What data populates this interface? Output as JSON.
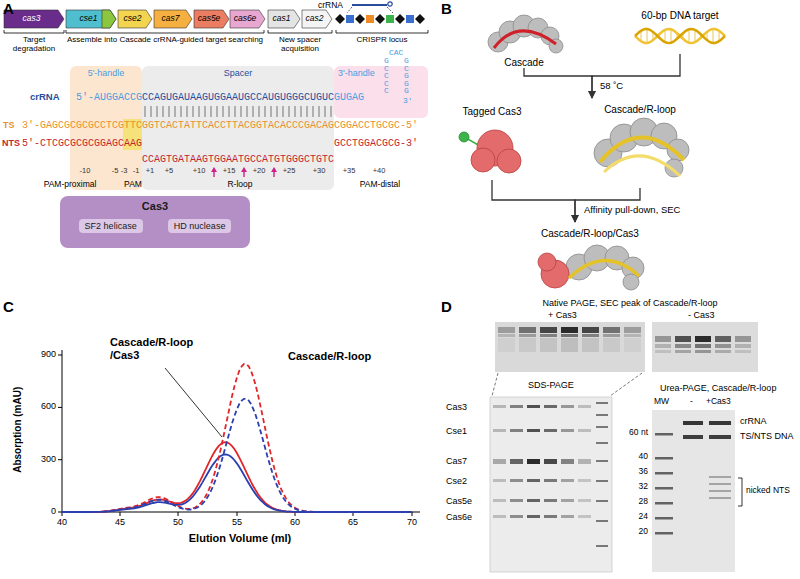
{
  "diagram": {
    "nodes": [
      {
        "text": [
          "cas3"
        ]
      },
      {
        "text": [
          "cse1"
        ]
      },
      {
        "text": [
          "cse2"
        ]
      },
      {
        "text": [
          "cas7"
        ]
      },
      {
        "text": [
          "cas5e"
        ]
      },
      {
        "text": [
          "cas6e"
        ]
      },
      {
        "text": [
          "cas1"
        ]
      },
      {
        "text": [
          "cas2"
        ]
      },
      {
        "text": [
          "5'-handle"
        ]
      },
      {
        "text": [
          "Spacer"
        ]
      },
      {
        "text": [
          "3'-handle"
        ]
      },
      {
        "text": [
          "Cas3",
          "SF2 helicase",
          "HD nuclease"
        ]
      },
      {
        "text": [
          "Cascade"
        ]
      },
      {
        "text": [
          "60-bp DNA target"
        ]
      },
      {
        "text": [
          "Tagged Cas3"
        ]
      },
      {
        "text": [
          "Cascade/R-loop"
        ]
      },
      {
        "text": [
          "Cascade/R-loop/Cas3"
        ]
      }
    ],
    "edges": [
      {
        "from": 12,
        "to": 15,
        "arrow": "to",
        "label": "58 ˚C"
      },
      {
        "from": 13,
        "to": 15,
        "arrow": "to"
      },
      {
        "from": 14,
        "to": 16,
        "arrow": "to",
        "label": "Affinity pull-down, SEC"
      },
      {
        "from": 15,
        "to": 16,
        "arrow": "to"
      }
    ],
    "labels": [
      "A",
      "B",
      "C",
      "D",
      "crRNA",
      "Target degradation",
      "Assemble into Cascade crRNA-guided target searching",
      "New spacer acquisition",
      "CRISPR locus",
      "crRNA",
      "5'-AUGGACCG",
      "CCAGUGAUAAGUGGAAUGCCAUGUGGGCUGUC",
      "GUGAG",
      "GCCCC",
      "CAC",
      "GCGGG",
      "3'",
      "TS",
      "3'-GAGCGCGCGCCTCG",
      "TTC",
      "GGTCACTATTCACCTTACGGTACACCCGACAG",
      "CGGACCTGCGC-5'",
      "NTS",
      "5'-CTCGCGCGCGGAGC",
      "AAG",
      "CCAGTGATAAGTGGAATGCCATGTGGGCTGTC",
      "GCCTGGACGCG-3'",
      "-10",
      "-5",
      "-3",
      "-1",
      "+1",
      "+5",
      "+10",
      "+15",
      "+20",
      "+25",
      "+30",
      "+35",
      "+40",
      "PAM-proximal",
      "PAM",
      "R-loop",
      "PAM-distal",
      "900",
      "600",
      "300",
      "0",
      "40",
      "45",
      "50",
      "55",
      "60",
      "65",
      "70",
      "Absorption (mAU)",
      "Elution Volume (ml)",
      "Cascade/R-loop /Cas3",
      "Cascade/R-loop",
      "Native PAGE, SEC peak of Cascade/R-loop",
      "+ Cas3",
      "- Cas3",
      "SDS-PAGE",
      "Cas3",
      "Cse1",
      "Cas7",
      "Cse2",
      "Cas5e",
      "Cas6e",
      "Urea-PAGE, Cascade/R-loop",
      "MW",
      "-",
      "+Cas3",
      "60 nt",
      "40",
      "36",
      "32",
      "28",
      "24",
      "20",
      "crRNA",
      "TS/NTS DNA",
      "nicked NTS"
    ]
  }
}
